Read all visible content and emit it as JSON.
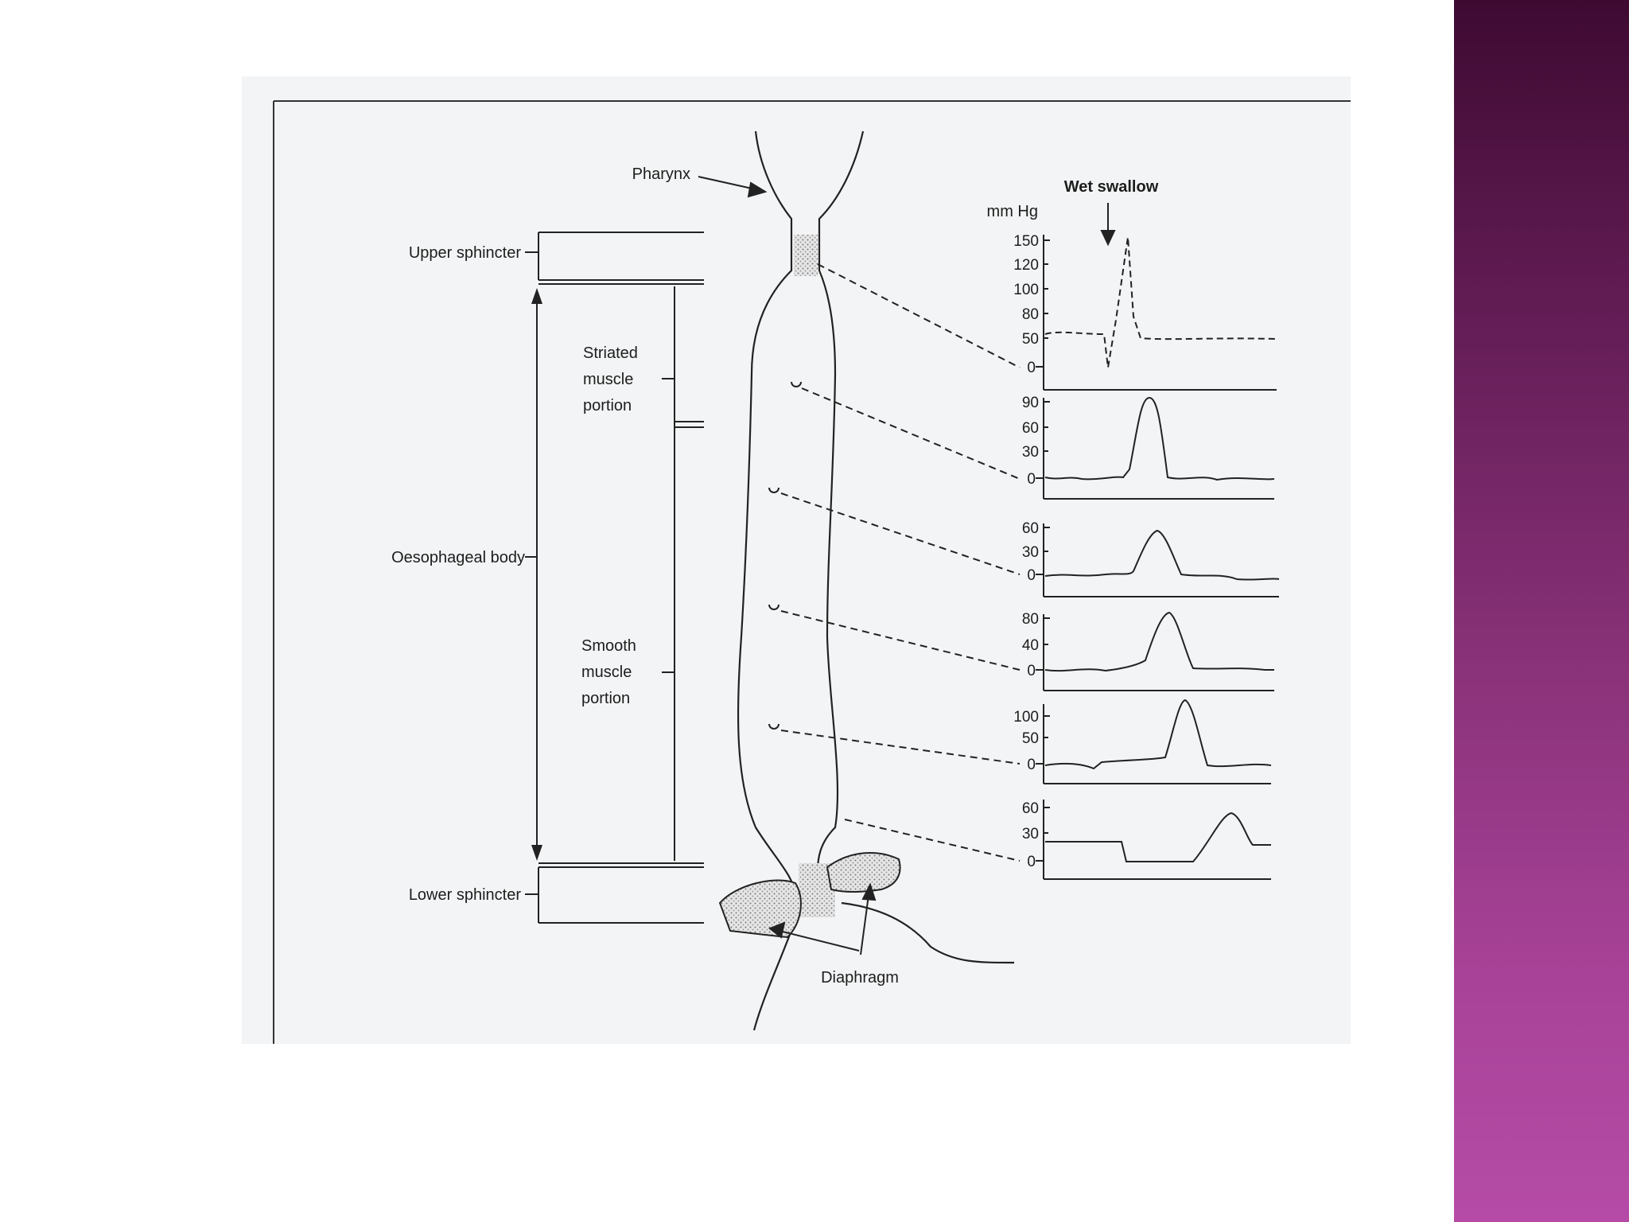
{
  "slide": {
    "accent_band_color": "#8a327a"
  },
  "figure": {
    "labels": {
      "pharynx": "Pharynx",
      "upper_sphincter": "Upper sphincter",
      "oesophageal_body": "Oesophageal body",
      "lower_sphincter": "Lower sphincter",
      "striated_1": "Striated",
      "striated_2": "muscle",
      "striated_3": "portion",
      "smooth_1": "Smooth",
      "smooth_2": "muscle",
      "smooth_3": "portion",
      "diaphragm": "Diaphragm",
      "wet_swallow": "Wet swallow",
      "units": "mm Hg"
    },
    "traces": [
      {
        "ticks": [
          "150",
          "120",
          "100",
          "80",
          "50",
          "0"
        ]
      },
      {
        "ticks": [
          "90",
          "60",
          "30",
          "0"
        ]
      },
      {
        "ticks": [
          "60",
          "30",
          "0"
        ]
      },
      {
        "ticks": [
          "80",
          "40",
          "0"
        ]
      },
      {
        "ticks": [
          "100",
          "50",
          "0"
        ]
      },
      {
        "ticks": [
          "60",
          "30",
          "0"
        ]
      }
    ]
  }
}
